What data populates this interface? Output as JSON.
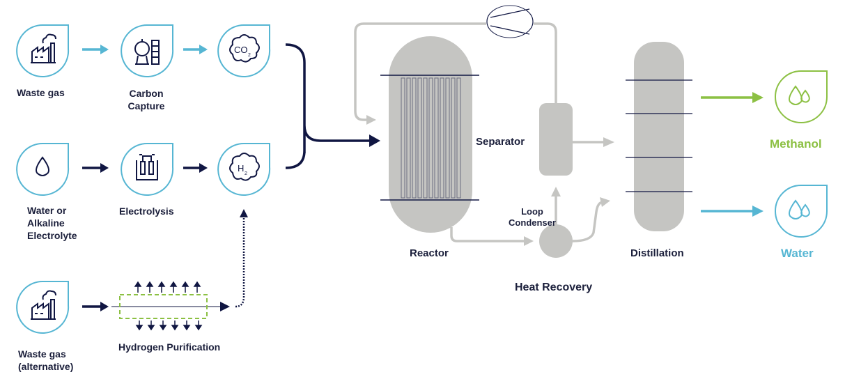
{
  "colors": {
    "navy": "#101642",
    "teal": "#56b6d3",
    "green": "#8cc043",
    "gray": "#c5c5c2",
    "label": "#1b1f3b"
  },
  "inputs": {
    "waste_gas": "Waste gas",
    "carbon_capture_1": "Carbon",
    "carbon_capture_2": "Capture",
    "co2_symbol": "CO",
    "co2_sub": "2",
    "water_1": "Water or",
    "water_2": "Alkaline",
    "water_3": "Electrolyte",
    "electrolysis": "Electrolysis",
    "h2_symbol": "H",
    "h2_sub": "2",
    "waste_gas_alt_1": "Waste gas",
    "waste_gas_alt_2": "(alternative)",
    "hydrogen_purification": "Hydrogen Purification"
  },
  "process": {
    "reactor": "Reactor",
    "separator": "Separator",
    "loop_condenser_1": "Loop",
    "loop_condenser_2": "Condenser",
    "heat_recovery": "Heat Recovery",
    "distillation": "Distillation"
  },
  "outputs": {
    "methanol": "Methanol",
    "water": "Water"
  }
}
